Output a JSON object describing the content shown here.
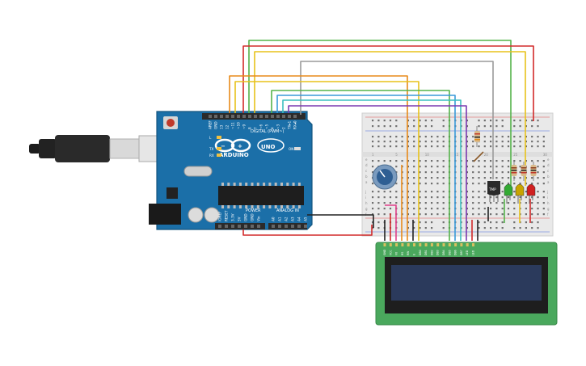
{
  "arduino": {
    "brand": "ARDUINO",
    "model": "UNO",
    "digital_label": "DIGITAL (PWM~)",
    "power_label": "POWER",
    "analog_label": "ANALOG IN",
    "top_pins": [
      "AREF",
      "GND",
      "13",
      "12",
      "~11",
      "~10",
      "~9",
      "8",
      "7",
      "~6",
      "~5",
      "4",
      "~3",
      "2",
      "TX▸1",
      "RX◂0"
    ],
    "power_pins": [
      "IOREF",
      "RESET",
      "3.3V",
      "5V",
      "GND",
      "GND",
      "Vin"
    ],
    "analog_pins": [
      "A0",
      "A1",
      "A2",
      "A3",
      "A4",
      "A5"
    ],
    "led_labels": [
      "L",
      "TX",
      "RX"
    ],
    "on_label": "ON",
    "ic_label": "",
    "colors": {
      "board": "#1b6fa8",
      "board_edge": "#14557f",
      "header": "#2b2b2b"
    }
  },
  "sensor": {
    "label": "TMP"
  },
  "breadboard": {
    "row_letters_top": [
      "a",
      "b",
      "c",
      "d",
      "e"
    ],
    "row_letters_bottom": [
      "f",
      "g",
      "h",
      "i",
      "j"
    ],
    "col_numbers": [
      "1",
      "5",
      "10",
      "15",
      "20",
      "25",
      "30"
    ]
  },
  "lcd": {
    "pin_labels": [
      "GND",
      "VCC",
      "V0",
      "RS",
      "RW",
      "E",
      "DB0",
      "DB1",
      "DB2",
      "DB3",
      "DB4",
      "DB5",
      "DB6",
      "DB7",
      "LED",
      "LED"
    ],
    "colors": {
      "pcb": "#4aa85d",
      "screen": "#2b3a5c",
      "bezel": "#1e1e1e"
    }
  },
  "leds": [
    {
      "color": "#33aa33"
    },
    {
      "color": "#c8a400"
    },
    {
      "color": "#d02020"
    }
  ],
  "usb": {
    "label": ""
  },
  "wire_colors": {
    "green": "#55b34a",
    "red": "#d22a2a",
    "yellow": "#e8c21a",
    "gray": "#9a9a9a",
    "orange": "#e88a1a",
    "blue": "#3a9ad9",
    "cyan": "#3cc0c0",
    "purple": "#7a3ab0",
    "black": "#222222",
    "pink": "#e0408a",
    "brown": "#8a5a2a"
  }
}
